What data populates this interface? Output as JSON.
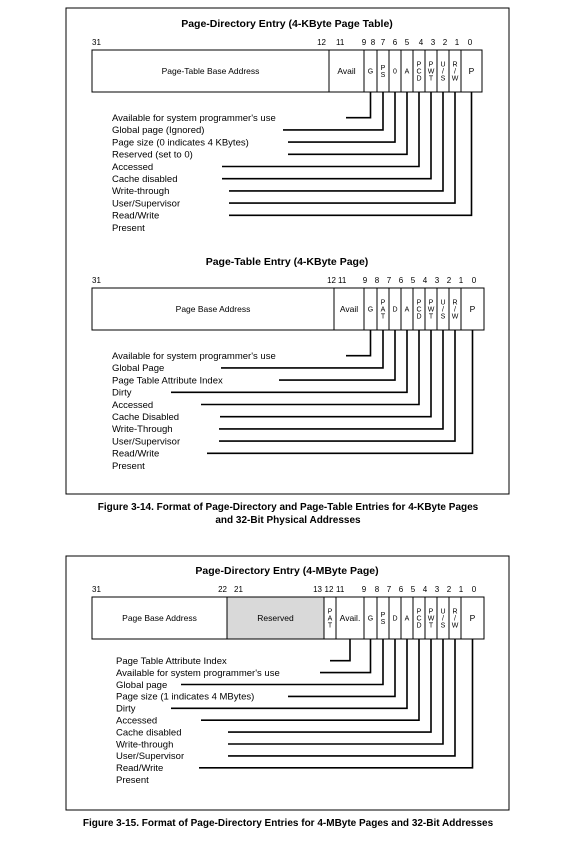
{
  "figure1": {
    "pde": {
      "title": "Page-Directory Entry (4-KByte Page Table)",
      "bit_labels": [
        "31",
        "12",
        "11",
        "9",
        "8",
        "7",
        "6",
        "5",
        "4",
        "3",
        "2",
        "1",
        "0"
      ],
      "fields": [
        {
          "lines": [
            "Page-Table Base Address"
          ]
        },
        {
          "lines": [
            "Avail"
          ]
        },
        {
          "lines": [
            "G"
          ]
        },
        {
          "lines": [
            "P",
            "S"
          ]
        },
        {
          "lines": [
            "0"
          ]
        },
        {
          "lines": [
            "A"
          ]
        },
        {
          "lines": [
            "P",
            "C",
            "D"
          ]
        },
        {
          "lines": [
            "P",
            "W",
            "T"
          ]
        },
        {
          "lines": [
            "U",
            "/",
            "S"
          ]
        },
        {
          "lines": [
            "R",
            "/",
            "W"
          ]
        },
        {
          "lines": [
            "P"
          ]
        }
      ],
      "legend": [
        "Available for system programmer's use",
        "Global page (Ignored)",
        "Page size (0 indicates 4 KBytes)",
        "Reserved (set to 0)",
        "Accessed",
        "Cache disabled",
        "Write-through",
        "User/Supervisor",
        "Read/Write",
        "Present"
      ]
    },
    "pte": {
      "title": "Page-Table Entry (4-KByte Page)",
      "bit_labels": [
        "31",
        "12",
        "11",
        "9",
        "8",
        "7",
        "6",
        "5",
        "4",
        "3",
        "2",
        "1",
        "0"
      ],
      "fields": [
        {
          "lines": [
            "Page Base Address"
          ]
        },
        {
          "lines": [
            "Avail"
          ]
        },
        {
          "lines": [
            "G"
          ]
        },
        {
          "lines": [
            "P",
            "A",
            "T"
          ]
        },
        {
          "lines": [
            "D"
          ]
        },
        {
          "lines": [
            "A"
          ]
        },
        {
          "lines": [
            "P",
            "C",
            "D"
          ]
        },
        {
          "lines": [
            "P",
            "W",
            "T"
          ]
        },
        {
          "lines": [
            "U",
            "/",
            "S"
          ]
        },
        {
          "lines": [
            "R",
            "/",
            "W"
          ]
        },
        {
          "lines": [
            "P"
          ]
        }
      ],
      "legend": [
        "Available for system programmer's use",
        "Global Page",
        "Page Table Attribute Index",
        "Dirty",
        "Accessed",
        "Cache Disabled",
        "Write-Through",
        "User/Supervisor",
        "Read/Write",
        "Present"
      ]
    },
    "caption_line1": "Figure 3-14.  Format of Page-Directory and Page-Table Entries for 4-KByte Pages",
    "caption_line2": "and 32-Bit Physical Addresses"
  },
  "figure2": {
    "pde": {
      "title": "Page-Directory Entry (4-MByte Page)",
      "bit_labels": [
        "31",
        "22",
        "21",
        "13",
        "12",
        "11",
        "9",
        "8",
        "7",
        "6",
        "5",
        "4",
        "3",
        "2",
        "1",
        "0"
      ],
      "fields": [
        {
          "lines": [
            "Page Base Address"
          ]
        },
        {
          "lines": [
            "Reserved"
          ]
        },
        {
          "lines": [
            "P",
            "A",
            "T"
          ]
        },
        {
          "lines": [
            "Avail."
          ]
        },
        {
          "lines": [
            "G"
          ]
        },
        {
          "lines": [
            "P",
            "S"
          ]
        },
        {
          "lines": [
            "D"
          ]
        },
        {
          "lines": [
            "A"
          ]
        },
        {
          "lines": [
            "P",
            "C",
            "D"
          ]
        },
        {
          "lines": [
            "P",
            "W",
            "T"
          ]
        },
        {
          "lines": [
            "U",
            "/",
            "S"
          ]
        },
        {
          "lines": [
            "R",
            "/",
            "W"
          ]
        },
        {
          "lines": [
            "P"
          ]
        }
      ],
      "legend": [
        "Page Table Attribute Index",
        "Available for system programmer's use",
        "Global page",
        "Page size (1 indicates 4 MBytes)",
        "Dirty",
        "Accessed",
        "Cache disabled",
        "Write-through",
        "User/Supervisor",
        "Read/Write",
        "Present"
      ]
    },
    "caption": "Figure 3-15.  Format of Page-Directory Entries for 4-MByte Pages and 32-Bit Addresses"
  }
}
